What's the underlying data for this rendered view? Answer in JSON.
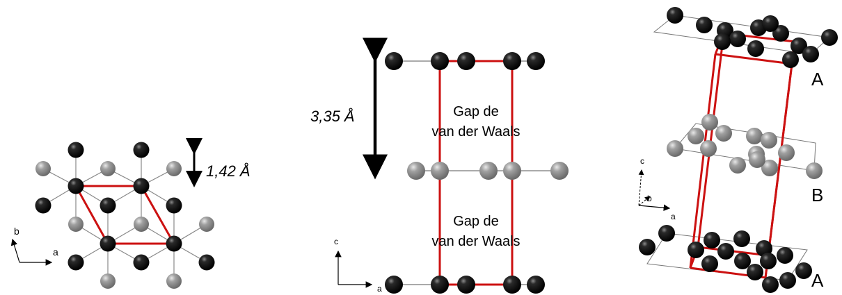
{
  "panel_top_view": {
    "bond_length_label": "1,42 Å",
    "axis_a": "a",
    "axis_b": "b"
  },
  "panel_side_view": {
    "interlayer_label": "3,35 Å",
    "gap_upper": [
      "Gap de",
      "van der Waals"
    ],
    "gap_lower": [
      "Gap de",
      "van der Waals"
    ],
    "axis_c": "c",
    "axis_a": "a"
  },
  "panel_3d_view": {
    "layer_top": "A",
    "layer_middle": "B",
    "layer_bottom": "A",
    "axis_c": "c",
    "axis_b": "b",
    "axis_a": "a"
  },
  "colors": {
    "atom_A": "#000000",
    "atom_B": "#8c8c8c",
    "unit_cell": "#cc1111",
    "bond": "#777777"
  }
}
